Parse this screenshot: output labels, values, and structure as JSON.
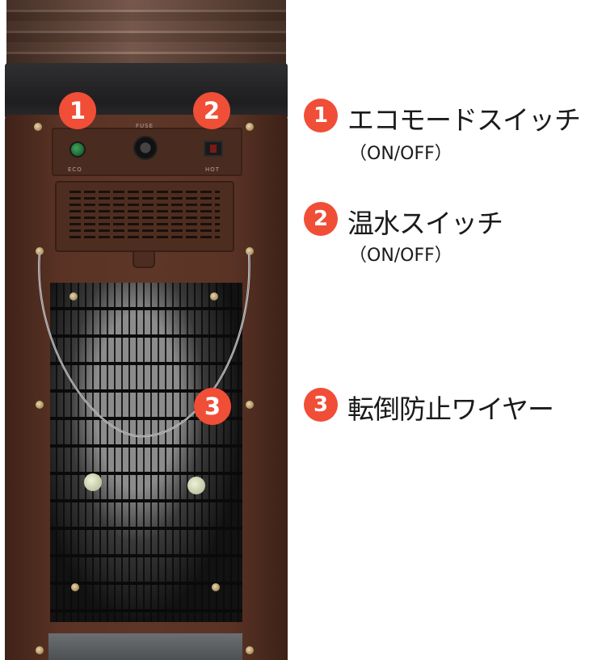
{
  "photo": {
    "panel_labels": {
      "eco": "ECO",
      "fuse": "FUSE",
      "hot": "HOT"
    }
  },
  "markers": [
    {
      "number": "1"
    },
    {
      "number": "2"
    },
    {
      "number": "3"
    }
  ],
  "legend": [
    {
      "number": "1",
      "label": "エコモードスイッチ",
      "sub": "（ON/OFF）"
    },
    {
      "number": "2",
      "label": "温水スイッチ",
      "sub": "（ON/OFF）"
    },
    {
      "number": "3",
      "label": "転倒防止ワイヤー"
    }
  ],
  "colors": {
    "marker": "#f04e37",
    "text": "#1a1a1a",
    "cabinet_brown": "#5a3325"
  }
}
